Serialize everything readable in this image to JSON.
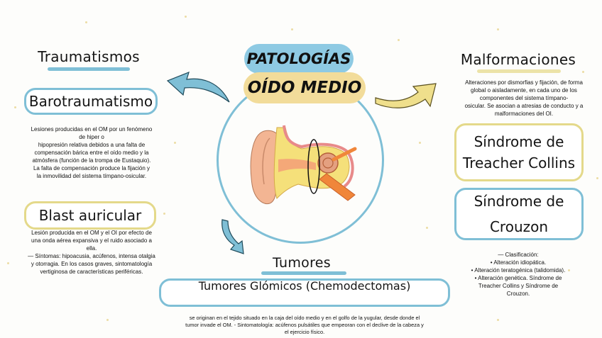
{
  "title": {
    "line1": "PATOLOGÍAS",
    "line2": "OÍDO MEDIO"
  },
  "colors": {
    "blue": "#7fbfd6",
    "blue_badge": "#8ecae3",
    "yellow": "#e4d98a",
    "yellow_badge": "#f2dc9a",
    "dots": "#ecdca4"
  },
  "traumatismos": {
    "heading": "Traumatismos",
    "barotrauma": {
      "label": "Barotraumatismo",
      "lines": [
        "Lesiones producidas en el OM por un fenómeno",
        "de hiper o",
        "hipopresión relativa debidos a una falta de",
        "compensación bárica entre el oído medio y la",
        "atmósfera (función de la trompa de Eustaquio).",
        "La falta de compensación produce la fijación y",
        "la inmovilidad del sistema tímpano-osicular."
      ]
    },
    "blast": {
      "label": "Blast auricular",
      "lines": [
        "Lesión producida en el OM y el OI por efecto de",
        "una onda aérea expansiva y el ruido asociado a",
        "ella.",
        "— Síntomas: hipoacusia, acúfenos, intensa otalgia",
        "y otorragia. En los casos graves, sintomatología",
        "vertiginosa de características periféricas."
      ]
    }
  },
  "malformaciones": {
    "heading": "Malformaciones",
    "lines": [
      "Alteraciones por dismorfias y fijación, de forma",
      "global o aisladamente, en cada uno de los",
      "componentes del sistema tímpano-",
      "osicular. Se asocian a atresias de conducto y a",
      "malformaciones del OI."
    ],
    "treacher": {
      "line1": "Síndrome de",
      "line2": "Treacher Collins"
    },
    "crouzon": {
      "line1": "Síndrome de",
      "line2": "Crouzon"
    },
    "classification": [
      "— Clasificación:",
      "• Alteración idiopática.",
      "• Alteración teratogénica (talidomida).",
      "• Alteración genética. Síndrome de",
      "Treacher Collins y Síndrome de",
      "Crouzon."
    ]
  },
  "tumores": {
    "heading": "Tumores",
    "box_label": "Tumores Glómicos (Chemodectomas)",
    "lines": [
      "se originan en el tejido situado en la caja del oído medio y en el golfo de la yugular, desde donde el",
      "tumor invade el OM. - Sintomatología: acúfenos pulsátiles que empeoran con el declive de la cabeza y",
      "el ejercicio físico."
    ]
  },
  "illustration": {
    "icon": "ear-anatomy-icon"
  }
}
